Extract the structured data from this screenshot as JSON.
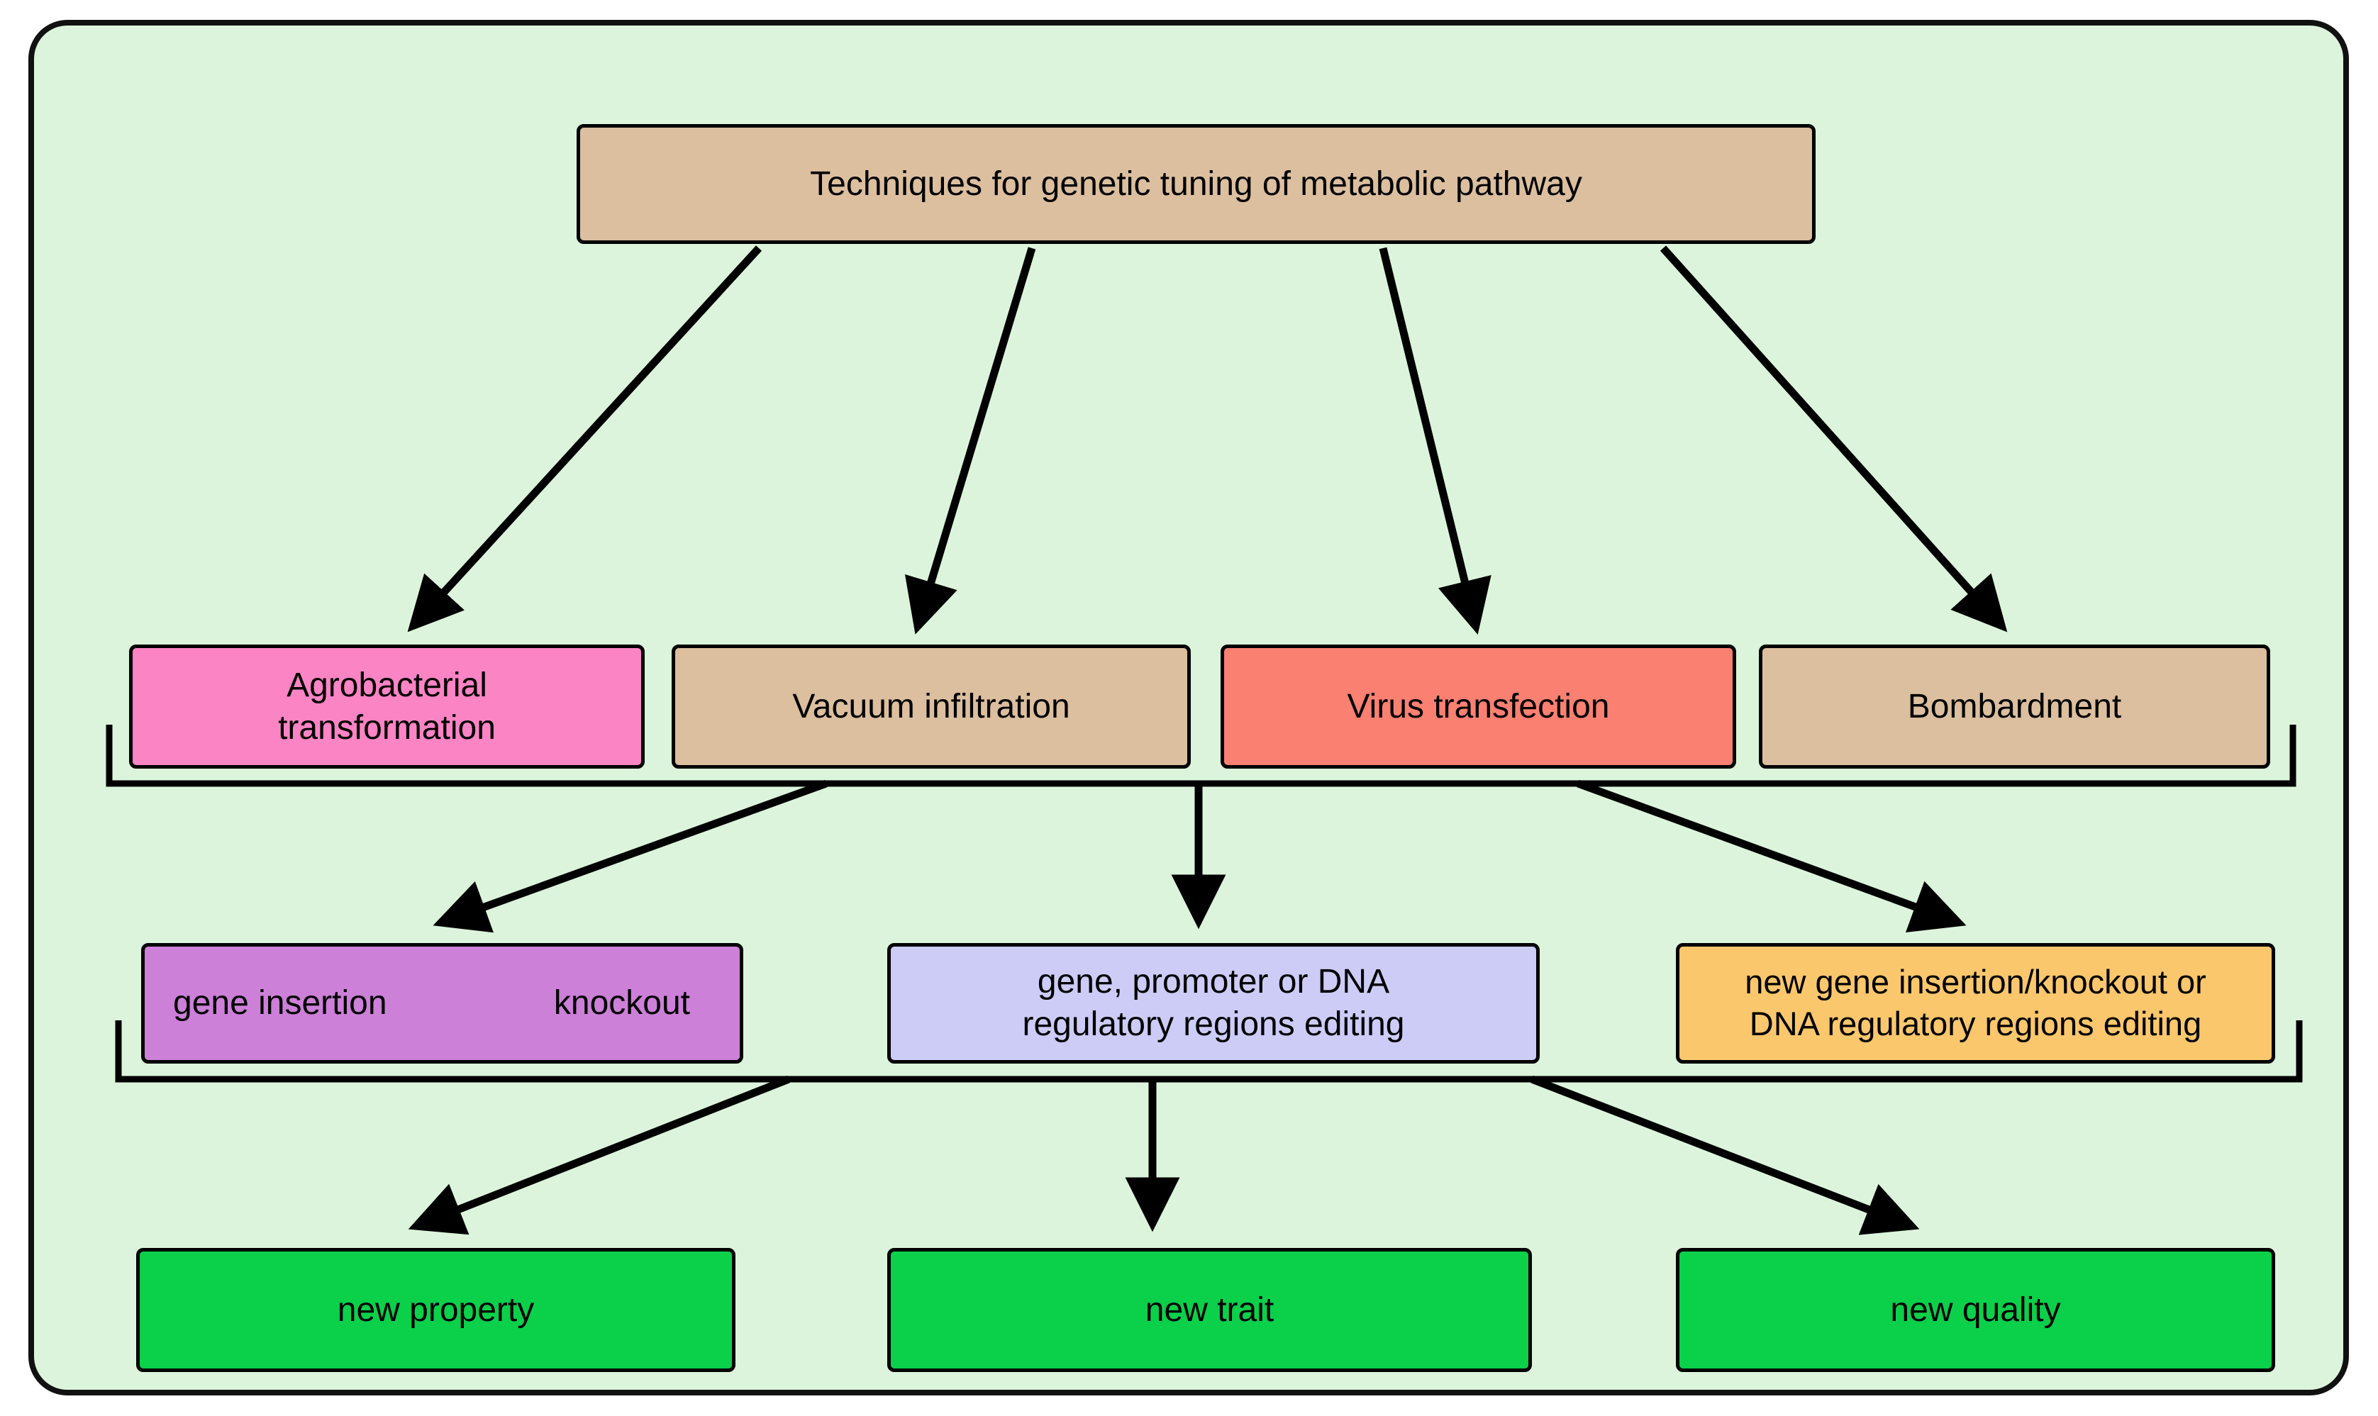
{
  "diagram": {
    "background_color": "#dcf4dc",
    "title": {
      "label": "Techniques for genetic tuning of metabolic pathway",
      "color": "#dcbf9f"
    },
    "techniques": [
      {
        "label": "Agrobacterial\ntransformation",
        "color": "#fb84c5"
      },
      {
        "label": "Vacuum infiltration",
        "color": "#dcbf9f"
      },
      {
        "label": "Virus transfection",
        "color": "#fa8072"
      },
      {
        "label": "Bombardment",
        "color": "#dcbf9f"
      }
    ],
    "modifications": [
      {
        "label_left": "gene insertion",
        "label_right": "knockout",
        "color": "#cc80d8"
      },
      {
        "label": "gene, promoter or DNA\nregulatory regions editing",
        "color": "#ccccf7"
      },
      {
        "label": "new gene insertion/knockout or\nDNA regulatory regions editing",
        "color": "#fbc76d"
      }
    ],
    "outcomes": [
      {
        "label": "new property",
        "color": "#0bd04a"
      },
      {
        "label": "new trait",
        "color": "#0bd04a"
      },
      {
        "label": "new quality",
        "color": "#0bd04a"
      }
    ],
    "arrow_color": "#000000"
  }
}
